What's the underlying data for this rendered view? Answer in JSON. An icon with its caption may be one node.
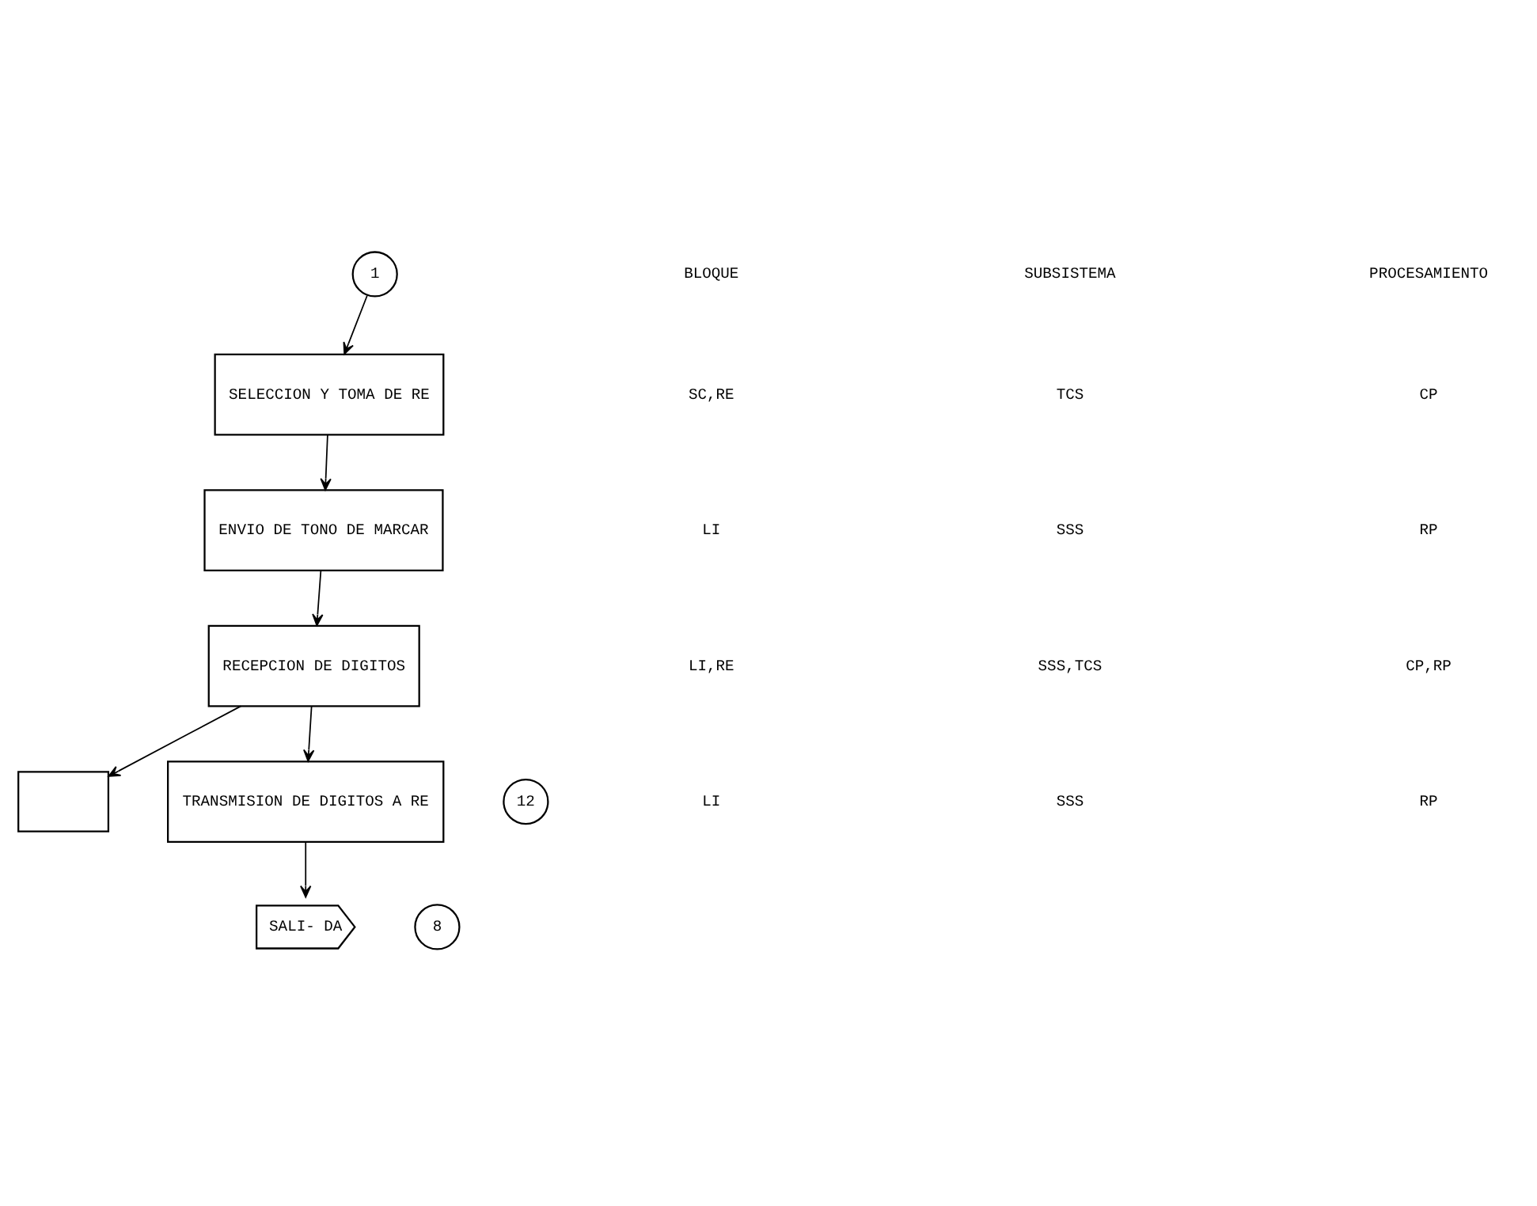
{
  "diagram": {
    "nodes": [
      {
        "text": [
          "1"
        ]
      },
      {
        "text": [
          "SELECCION Y TOMA DE RE"
        ]
      },
      {
        "text": [
          "ENVIO DE TONO DE MARCAR"
        ]
      },
      {
        "text": [
          "RECEPCION DE DIGITOS"
        ]
      },
      {
        "text": [
          "TRANSMISION DE DIGITOS A RE"
        ]
      },
      {
        "text": [],
        "shape": "box"
      },
      {
        "text": [
          "12"
        ]
      },
      {
        "text": [
          "SALI- DA"
        ]
      },
      {
        "text": [
          "8"
        ]
      }
    ],
    "edges": [
      {
        "from": 0,
        "to": 1,
        "arrow": "to"
      },
      {
        "from": 1,
        "to": 2,
        "arrow": "to"
      },
      {
        "from": 2,
        "to": 3,
        "arrow": "to"
      },
      {
        "from": 3,
        "to": 4,
        "arrow": "to"
      },
      {
        "from": 3,
        "to": 5,
        "arrow": "to"
      },
      {
        "from": 4,
        "to": 7,
        "arrow": "to"
      }
    ],
    "labels": [
      "BLOQUE",
      "SUBSISTEMA",
      "PROCESAMIENTO",
      "SC,RE",
      "TCS",
      "CP",
      "LI",
      "SSS",
      "RP",
      "LI,RE",
      "SSS,TCS",
      "CP,RP",
      "LI",
      "SSS",
      "RP"
    ]
  }
}
